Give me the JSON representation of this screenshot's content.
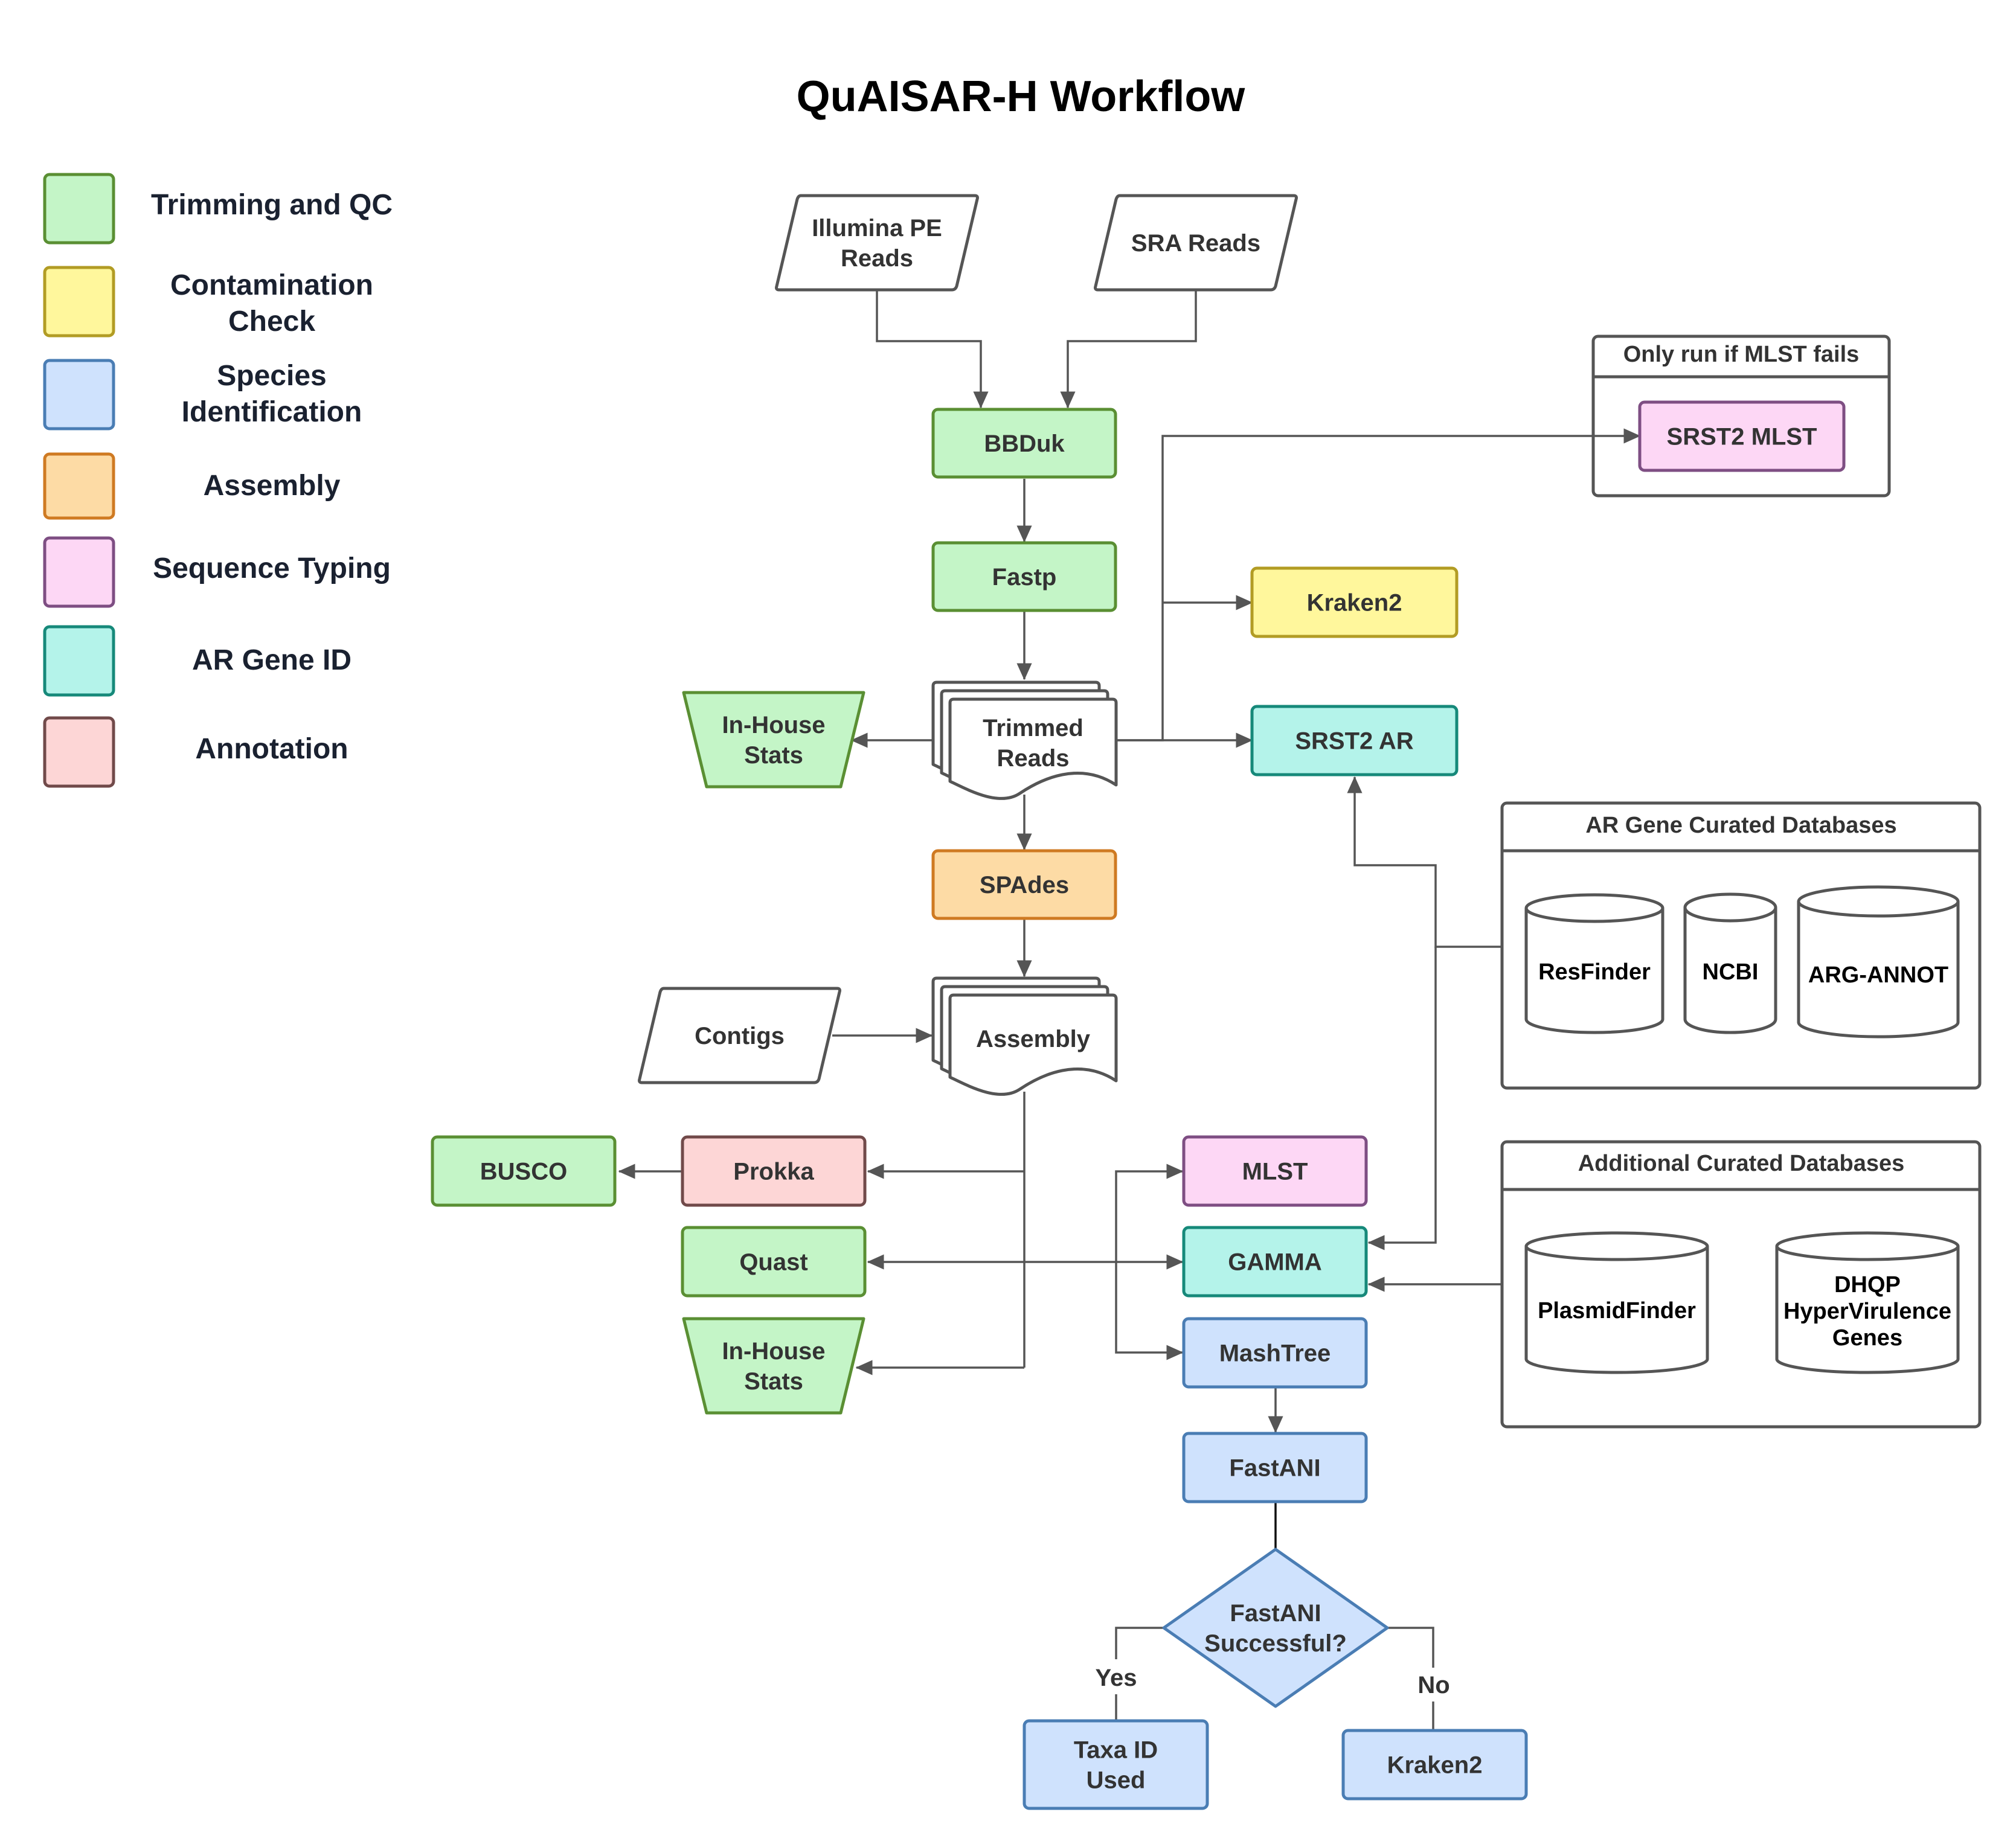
{
  "title": "QuAISAR-H Workflow",
  "colors": {
    "trimming_qc": {
      "fill": "#c4f5c7",
      "stroke": "#5a8f33"
    },
    "contamination": {
      "fill": "#fff79c",
      "stroke": "#b29c24"
    },
    "species_id": {
      "fill": "#cfe2fd",
      "stroke": "#4a7db4"
    },
    "assembly": {
      "fill": "#fddba5",
      "stroke": "#cf7a22"
    },
    "sequence_typing": {
      "fill": "#fdd7f5",
      "stroke": "#7e4e83"
    },
    "ar_gene_id": {
      "fill": "#b4f3ea",
      "stroke": "#16897a"
    },
    "annotation": {
      "fill": "#fdd6d6",
      "stroke": "#714a4a"
    },
    "neutral": {
      "fill": "#ffffff",
      "stroke": "#555555"
    }
  },
  "legend": [
    {
      "label": "Trimming and QC",
      "category": "trimming_qc"
    },
    {
      "label": "Contamination Check",
      "category": "contamination"
    },
    {
      "label": "Species Identification",
      "category": "species_id"
    },
    {
      "label": "Assembly",
      "category": "assembly"
    },
    {
      "label": "Sequence Typing",
      "category": "sequence_typing"
    },
    {
      "label": "AR Gene ID",
      "category": "ar_gene_id"
    },
    {
      "label": "Annotation",
      "category": "annotation"
    }
  ],
  "nodes": {
    "illumina": {
      "label": "Illumina PE Reads",
      "category": "neutral",
      "shape": "parallelogram"
    },
    "sra": {
      "label": "SRA Reads",
      "category": "neutral",
      "shape": "parallelogram"
    },
    "bbduk": {
      "label": "BBDuk",
      "category": "trimming_qc",
      "shape": "rect"
    },
    "fastp": {
      "label": "Fastp",
      "category": "trimming_qc",
      "shape": "rect"
    },
    "trimmed": {
      "label": "Trimmed Reads",
      "category": "neutral",
      "shape": "multi-document"
    },
    "inhouse1": {
      "label": "In-House Stats",
      "category": "trimming_qc",
      "shape": "trapezoid"
    },
    "kraken2_top": {
      "label": "Kraken2",
      "category": "contamination",
      "shape": "rect"
    },
    "srst2_ar": {
      "label": "SRST2 AR",
      "category": "ar_gene_id",
      "shape": "rect"
    },
    "srst2_mlst": {
      "label": "SRST2 MLST",
      "category": "sequence_typing",
      "shape": "rect"
    },
    "spades": {
      "label": "SPAdes",
      "category": "assembly",
      "shape": "rect"
    },
    "assembly": {
      "label": "Assembly",
      "category": "neutral",
      "shape": "multi-document"
    },
    "contigs": {
      "label": "Contigs",
      "category": "neutral",
      "shape": "parallelogram"
    },
    "busco": {
      "label": "BUSCO",
      "category": "trimming_qc",
      "shape": "rect"
    },
    "prokka": {
      "label": "Prokka",
      "category": "annotation",
      "shape": "rect"
    },
    "quast": {
      "label": "Quast",
      "category": "trimming_qc",
      "shape": "rect"
    },
    "inhouse2": {
      "label": "In-House Stats",
      "category": "trimming_qc",
      "shape": "trapezoid"
    },
    "mlst": {
      "label": "MLST",
      "category": "sequence_typing",
      "shape": "rect"
    },
    "gamma": {
      "label": "GAMMA",
      "category": "ar_gene_id",
      "shape": "rect"
    },
    "mashtree": {
      "label": "MashTree",
      "category": "species_id",
      "shape": "rect"
    },
    "fastani": {
      "label": "FastANI",
      "category": "species_id",
      "shape": "rect"
    },
    "decision": {
      "label": "FastANI Successful?",
      "category": "species_id",
      "shape": "diamond"
    },
    "taxa": {
      "label": "Taxa ID Used",
      "category": "species_id",
      "shape": "rect"
    },
    "kraken2_bottom": {
      "label": "Kraken2",
      "category": "species_id",
      "shape": "rect"
    }
  },
  "groups": {
    "mlst_fails": {
      "label": "Only run if MLST fails"
    },
    "ar_databases": {
      "label": "AR Gene Curated Databases",
      "items": [
        "ResFinder",
        "NCBI",
        "ARG-ANNOT"
      ]
    },
    "additional_databases": {
      "label": "Additional Curated Databases",
      "items": [
        "PlasmidFinder",
        "DHQP HyperVirulence Genes"
      ]
    }
  },
  "edge_labels": {
    "yes": "Yes",
    "no": "No"
  }
}
